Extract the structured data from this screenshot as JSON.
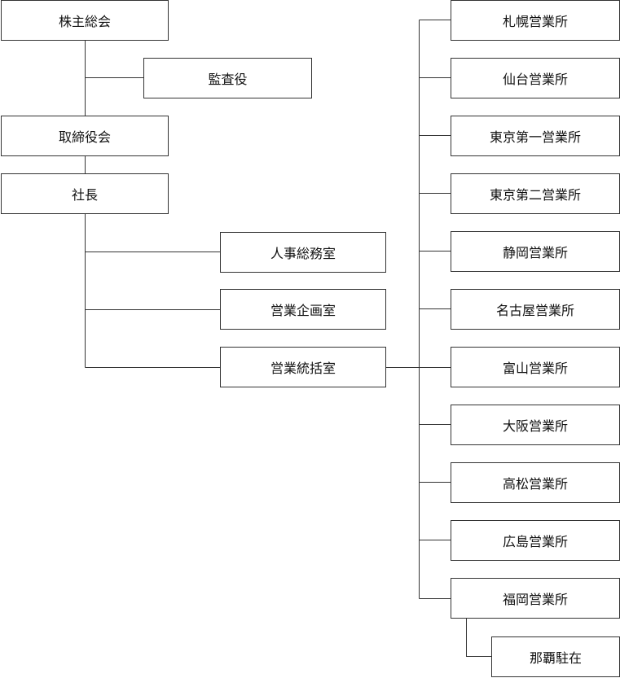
{
  "colors": {
    "line": "#333333",
    "box_border": "#333333",
    "text": "#111111",
    "background": "#ffffff"
  },
  "nodes": {
    "shareholders": "株主総会",
    "auditor": "監査役",
    "board": "取締役会",
    "president": "社長",
    "hr": "人事総務室",
    "sales_planning": "営業企画室",
    "sales_control": "営業統括室",
    "offices": [
      "札幌営業所",
      "仙台営業所",
      "東京第一営業所",
      "東京第二営業所",
      "静岡営業所",
      "名古屋営業所",
      "富山営業所",
      "大阪営業所",
      "高松営業所",
      "広島営業所",
      "福岡営業所"
    ],
    "naha": "那覇駐在"
  }
}
